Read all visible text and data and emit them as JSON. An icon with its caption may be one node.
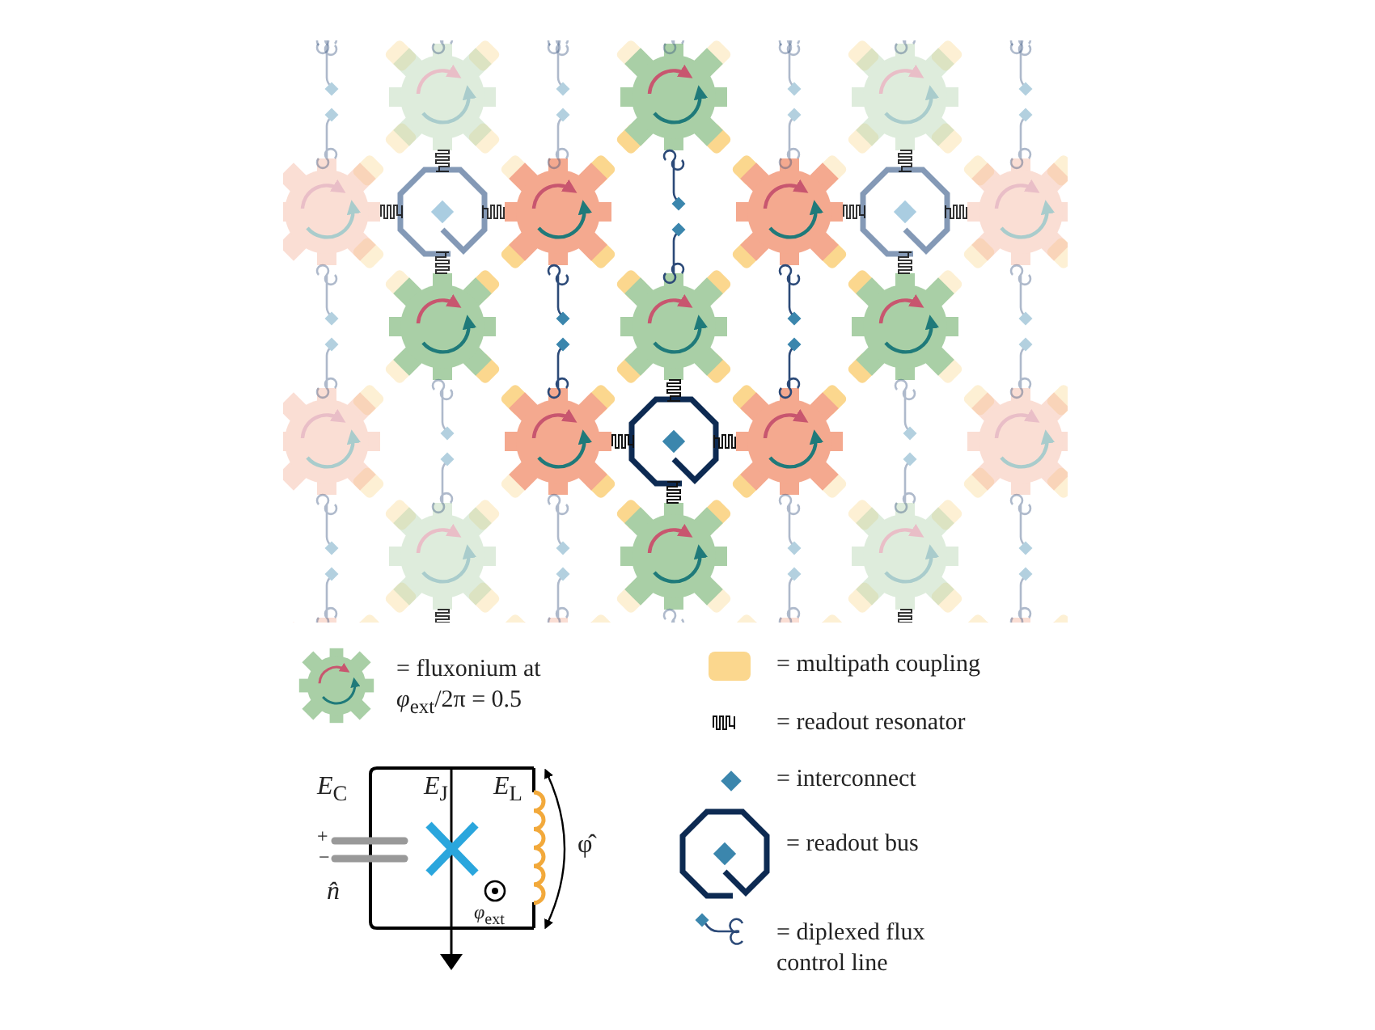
{
  "diagram": {
    "labels": [
      "*E*$_{C}$",
      "*E*$_{J}$",
      "*E*$_{L}$",
      "+",
      "−",
      "*n̂*",
      "*φ*$_{ext}$",
      "φ̂"
    ],
    "legend": [
      {
        "text": "= fluxonium at *φ*$_{ext}$/2π = 0.5"
      },
      {
        "text": "= multipath coupling",
        "color": "#fbd78e"
      },
      {
        "text": "= readout resonator"
      },
      {
        "text": "= interconnect"
      },
      {
        "text": "= readout bus"
      },
      {
        "text": "= diplexed flux control line"
      }
    ]
  }
}
